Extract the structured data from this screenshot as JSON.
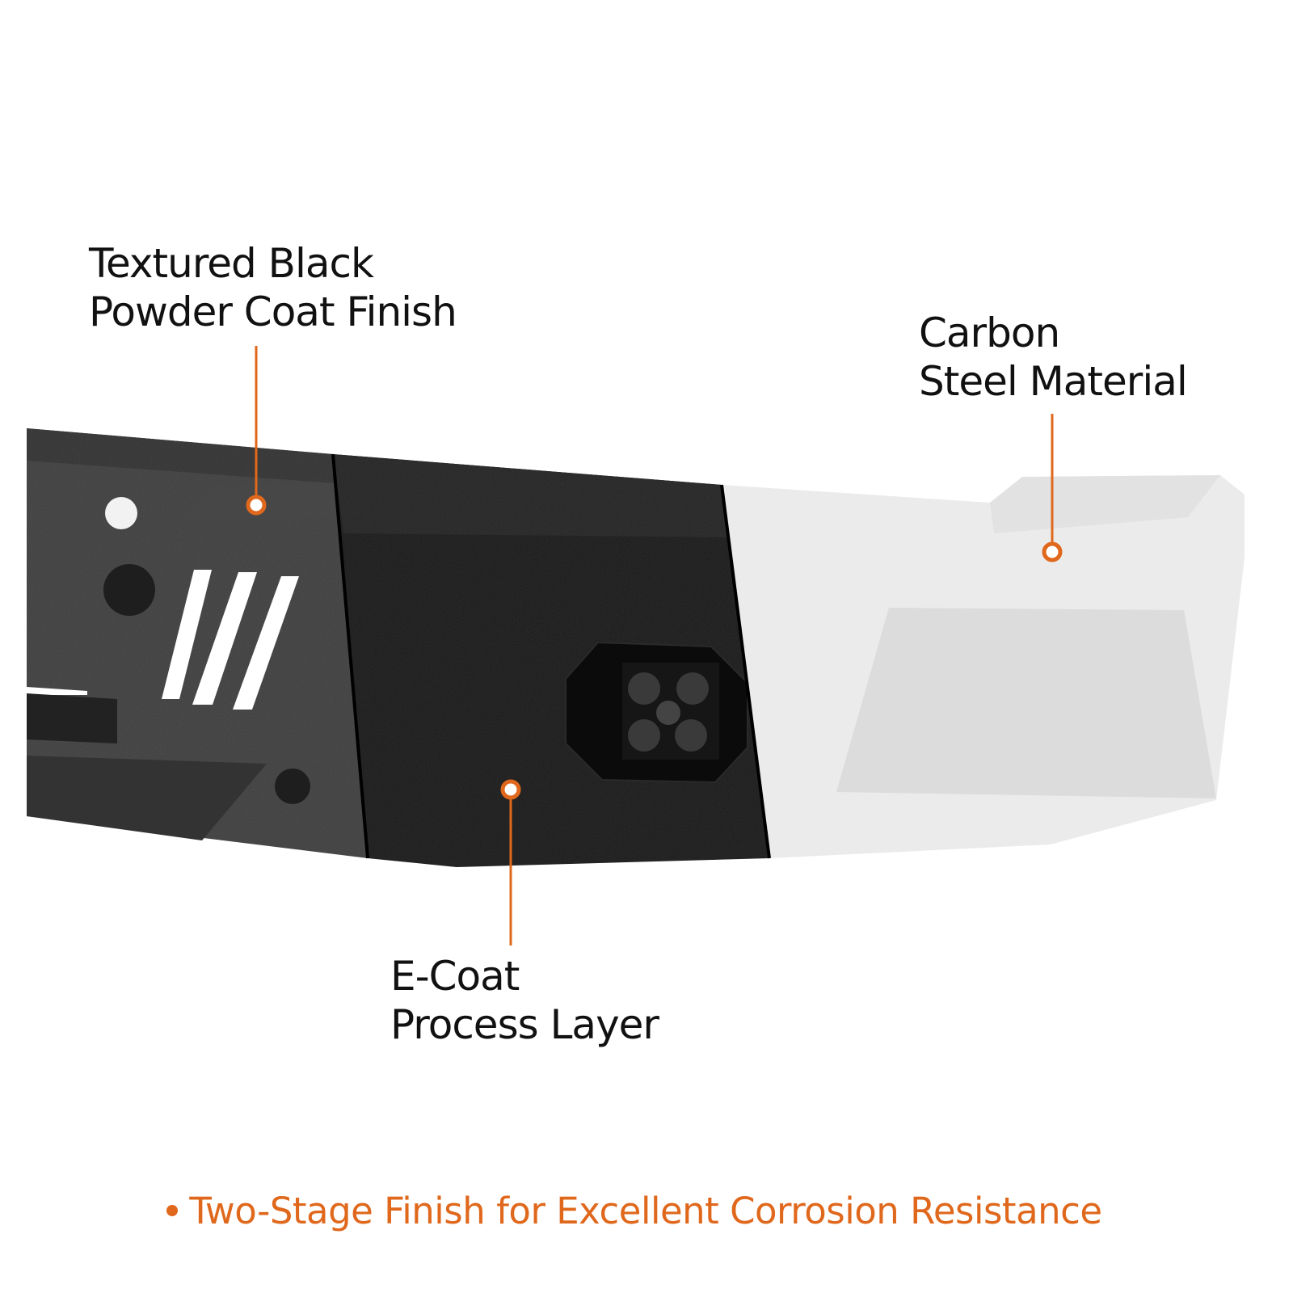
{
  "callouts": {
    "powder_coat": {
      "line1": "Textured Black",
      "line2": "Powder Coat Finish"
    },
    "carbon_steel": {
      "line1": "Carbon",
      "line2": "Steel Material"
    },
    "ecoat": {
      "line1": "E-Coat",
      "line2": "Process Layer"
    }
  },
  "tagline": "Two-Stage Finish for Excellent Corrosion Resistance",
  "colors": {
    "accent": "#e0681c",
    "powder_coat": "#3a3a3a",
    "ecoat": "#141414",
    "steel": "#e6e6e6"
  }
}
